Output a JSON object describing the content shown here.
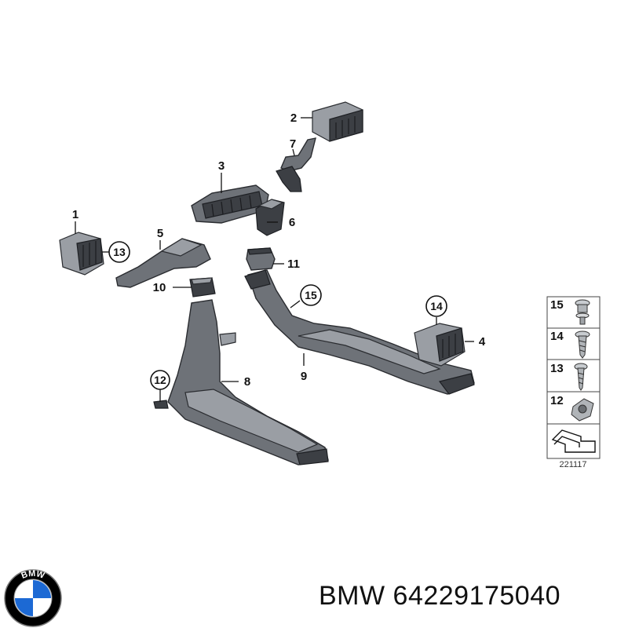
{
  "diagram": {
    "callouts": [
      {
        "id": "1",
        "label": "1"
      },
      {
        "id": "2",
        "label": "2"
      },
      {
        "id": "3",
        "label": "3"
      },
      {
        "id": "4",
        "label": "4"
      },
      {
        "id": "5",
        "label": "5"
      },
      {
        "id": "6",
        "label": "6"
      },
      {
        "id": "7",
        "label": "7"
      },
      {
        "id": "8",
        "label": "8"
      },
      {
        "id": "9",
        "label": "9"
      },
      {
        "id": "10",
        "label": "10"
      },
      {
        "id": "11",
        "label": "11"
      },
      {
        "id": "12",
        "label": "12"
      },
      {
        "id": "13",
        "label": "13"
      },
      {
        "id": "14",
        "label": "14"
      },
      {
        "id": "15",
        "label": "15"
      }
    ],
    "legend": {
      "rows": [
        {
          "label": "15",
          "icon": "screw-with-washer-icon"
        },
        {
          "label": "14",
          "icon": "screw-icon"
        },
        {
          "label": "13",
          "icon": "self-tapping-screw-icon"
        },
        {
          "label": "12",
          "icon": "clip-nut-icon"
        },
        {
          "label": "",
          "icon": "arrow-reference-icon"
        }
      ],
      "diagram_number": "221117"
    }
  },
  "brand": {
    "logo_text": "BMW",
    "logo_colors": {
      "ring": "#000000",
      "blue": "#1c69d4",
      "white": "#ffffff"
    }
  },
  "footer": {
    "part_text": "BMW 64229175040"
  }
}
